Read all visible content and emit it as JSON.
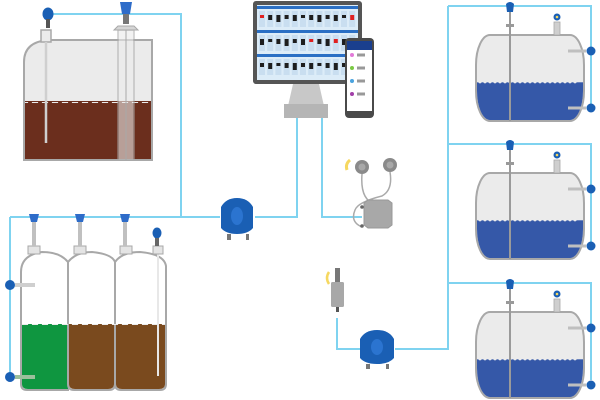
{
  "diagram": {
    "type": "tank-level-monitoring-network",
    "colors": {
      "cable": "#7fd3f0",
      "device_blue": "#1a5fb4",
      "tank_outline": "#a8a8a8",
      "tank_fill": "#ebebeb",
      "liquid_dark_brown": "#6b2e1d",
      "liquid_brown": "#7a4a1e",
      "liquid_green": "#0f9640",
      "liquid_blue": "#3558a8",
      "gateway_gray": "#a8a8a8",
      "alarm_red": "#e02020",
      "indicator_yellow": "#f6d860"
    },
    "tanks": [
      {
        "id": "dome-tank",
        "shape": "dome",
        "liquid": "dark-brown",
        "fill_level": 0.52
      },
      {
        "id": "vertical-tank-1",
        "shape": "vertical",
        "liquid": "green",
        "fill_level": 0.42
      },
      {
        "id": "vertical-tank-2",
        "shape": "vertical",
        "liquid": "brown",
        "fill_level": 0.42
      },
      {
        "id": "vertical-tank-3",
        "shape": "vertical",
        "liquid": "brown",
        "fill_level": 0.42
      },
      {
        "id": "horizontal-tank-1",
        "shape": "horizontal",
        "liquid": "blue",
        "fill_level": 0.45
      },
      {
        "id": "horizontal-tank-2",
        "shape": "horizontal",
        "liquid": "blue",
        "fill_level": 0.45
      },
      {
        "id": "horizontal-tank-3",
        "shape": "horizontal",
        "liquid": "blue",
        "fill_level": 0.45
      }
    ],
    "devices": {
      "monitor": {
        "rows": 3,
        "cells_per_row": 12
      },
      "phone": {
        "list_items": 4
      },
      "gateway_left": "wireless-gateway",
      "gateway_right": "wireless-gateway",
      "wireless_hub": "sensor-hub",
      "antenna_unit": "antenna-transmitter"
    }
  }
}
